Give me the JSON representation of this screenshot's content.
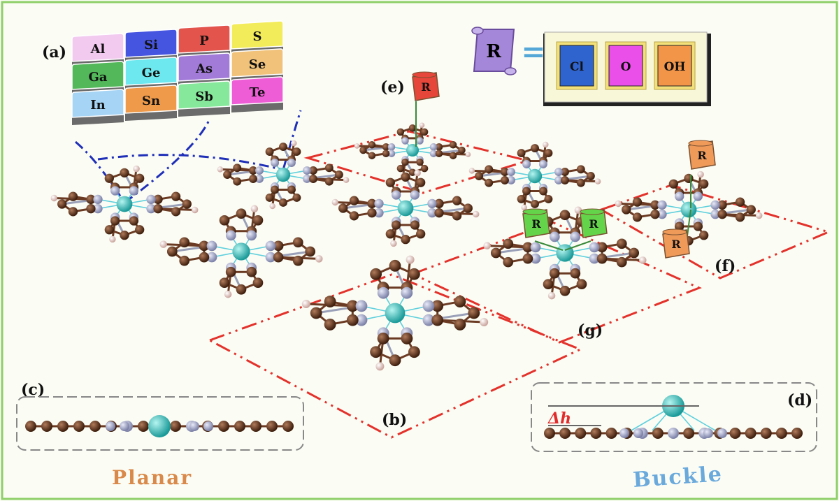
{
  "periodic_grid": {
    "cells": [
      {
        "symbol": "Al",
        "color": "#f2c9ef"
      },
      {
        "symbol": "Si",
        "color": "#4655e0"
      },
      {
        "symbol": "P",
        "color": "#e2544c"
      },
      {
        "symbol": "S",
        "color": "#f3ec5a"
      },
      {
        "symbol": "Ga",
        "color": "#52b85a"
      },
      {
        "symbol": "Ge",
        "color": "#6de8ee"
      },
      {
        "symbol": "As",
        "color": "#a27ad8"
      },
      {
        "symbol": "Se",
        "color": "#f0c27a"
      },
      {
        "symbol": "In",
        "color": "#a6d4f4"
      },
      {
        "symbol": "Sn",
        "color": "#ee9a4a"
      },
      {
        "symbol": "Sb",
        "color": "#86e89a"
      },
      {
        "symbol": "Te",
        "color": "#ee5cd6"
      }
    ]
  },
  "legend": {
    "r_symbol": "R",
    "equals": "=",
    "options": [
      {
        "label": "Cl",
        "color": "#2f63ce"
      },
      {
        "label": "O",
        "color": "#ea4fea"
      },
      {
        "label": "OH",
        "color": "#f29548"
      }
    ]
  },
  "flags": [
    {
      "label": "R",
      "color": "#e6453a"
    },
    {
      "label": "R",
      "color": "#64d44a"
    },
    {
      "label": "R",
      "color": "#64d44a"
    },
    {
      "label": "R",
      "color": "#f09a5a"
    },
    {
      "label": "R",
      "color": "#f09a5a"
    }
  ],
  "labels": {
    "a": "(a)",
    "b": "(b)",
    "c": "(c)",
    "d": "(d)",
    "e": "(e)",
    "f": "(f)",
    "g": "(g)"
  },
  "captions": {
    "planar": "Planar",
    "buckle": "Buckle",
    "delta_h": "Δh"
  },
  "colors": {
    "carbon": "#5a2e16",
    "nitrogen": "#9fa3c6",
    "metal": "#3cc7c4",
    "hydrogen": "#e7c9c4"
  }
}
